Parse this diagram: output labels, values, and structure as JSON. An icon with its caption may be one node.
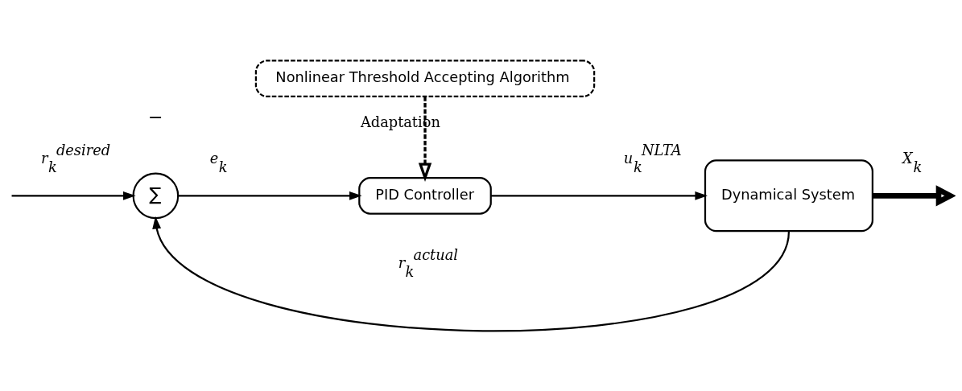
{
  "diagram": {
    "nodes": [
      {
        "text": [
          "Nonlinear Threshold Accepting Algorithm"
        ]
      },
      {
        "text": [
          "∑"
        ]
      },
      {
        "text": [
          "PID Controller"
        ]
      },
      {
        "text": [
          "Dynamical System"
        ]
      }
    ],
    "edges": [
      {
        "from": null,
        "to": 1,
        "arrow": "to",
        "label": "*r*$_{k}$$^{desired}$"
      },
      {
        "from": 1,
        "to": 2,
        "arrow": "to",
        "label": "*e*$_{k}$"
      },
      {
        "from": 2,
        "to": 3,
        "arrow": "to",
        "label": "*u*$_{k}$$^{NLTA}$"
      },
      {
        "from": 3,
        "to": null,
        "arrow": "to",
        "label": "*X*$_{k}$",
        "style": "thick"
      },
      {
        "from": 3,
        "to": 1,
        "arrow": "to",
        "label": "*r*$_{k}$$^{actual}$"
      },
      {
        "from": 0,
        "to": 2,
        "arrow": "to",
        "label": "Adaptation",
        "style": "dashed"
      }
    ],
    "labels": [
      "−"
    ]
  }
}
